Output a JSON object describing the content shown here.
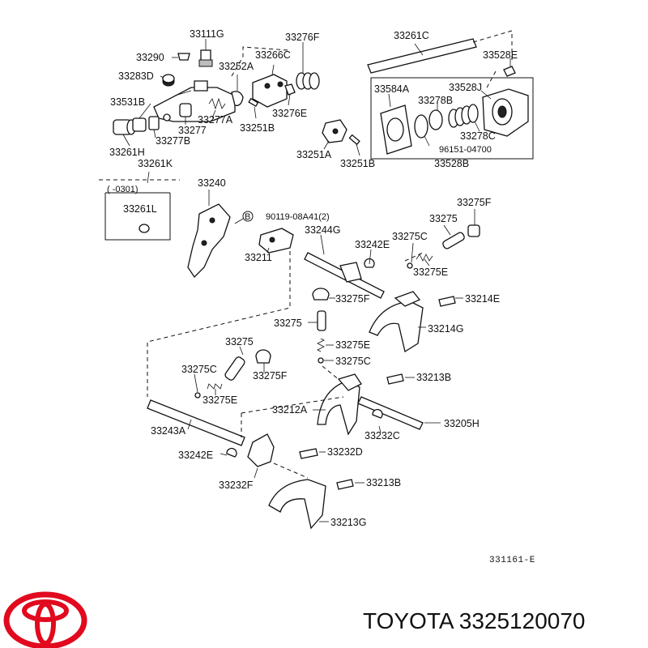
{
  "parts": {
    "p33111G": "33111G",
    "p33290": "33290",
    "p33283D": "33283D",
    "p33531B": "33531B",
    "p33261H": "33261H",
    "p33277B": "33277B",
    "p33277": "33277",
    "p33277A": "33277A",
    "p33252A": "33252A",
    "p33266C": "33266C",
    "p33276F": "33276F",
    "p33276E": "33276E",
    "p33251B_top": "33251B",
    "p33251A": "33251A",
    "p33251B_bot": "33251B",
    "p33261K": "33261K",
    "p33261C": "33261C",
    "p33528E": "33528E",
    "p33584A": "33584A",
    "p33528J": "33528J",
    "p33278B": "33278B",
    "p33278C": "33278C",
    "p96151": "96151-04700",
    "p33528B": "33528B",
    "p33261L": "33261L",
    "p0301": "(      -0301)",
    "p33240": "33240",
    "p90119": "90119-08A41(2)",
    "p90119_mark": "B",
    "p33275F_r": "33275F",
    "p33275_r": "33275",
    "p33244G": "33244G",
    "p33275C_r": "33275C",
    "p33242E_r": "33242E",
    "p33211": "33211",
    "p33275E_r": "33275E",
    "p33275F_m": "33275F",
    "p33214E": "33214E",
    "p33275_m": "33275",
    "p33214G": "33214G",
    "p33275E_m": "33275E",
    "p33275C_m": "33275C",
    "p33275_l": "33275",
    "p33275C_l": "33275C",
    "p33275F_l": "33275F",
    "p33275E_l": "33275E",
    "p33213B_top": "33213B",
    "p33212A": "33212A",
    "p33243A": "33243A",
    "p33205H": "33205H",
    "p33232C": "33232C",
    "p33242E_l": "33242E",
    "p33232D": "33232D",
    "p33232F": "33232F",
    "p33213B_bot": "33213B",
    "p33213G": "33213G"
  },
  "catalog_code": "331161-E",
  "brand_text": "TOYOTA 3325120070",
  "logo": {
    "name": "toyota-logo",
    "color": "#e10a1e"
  }
}
